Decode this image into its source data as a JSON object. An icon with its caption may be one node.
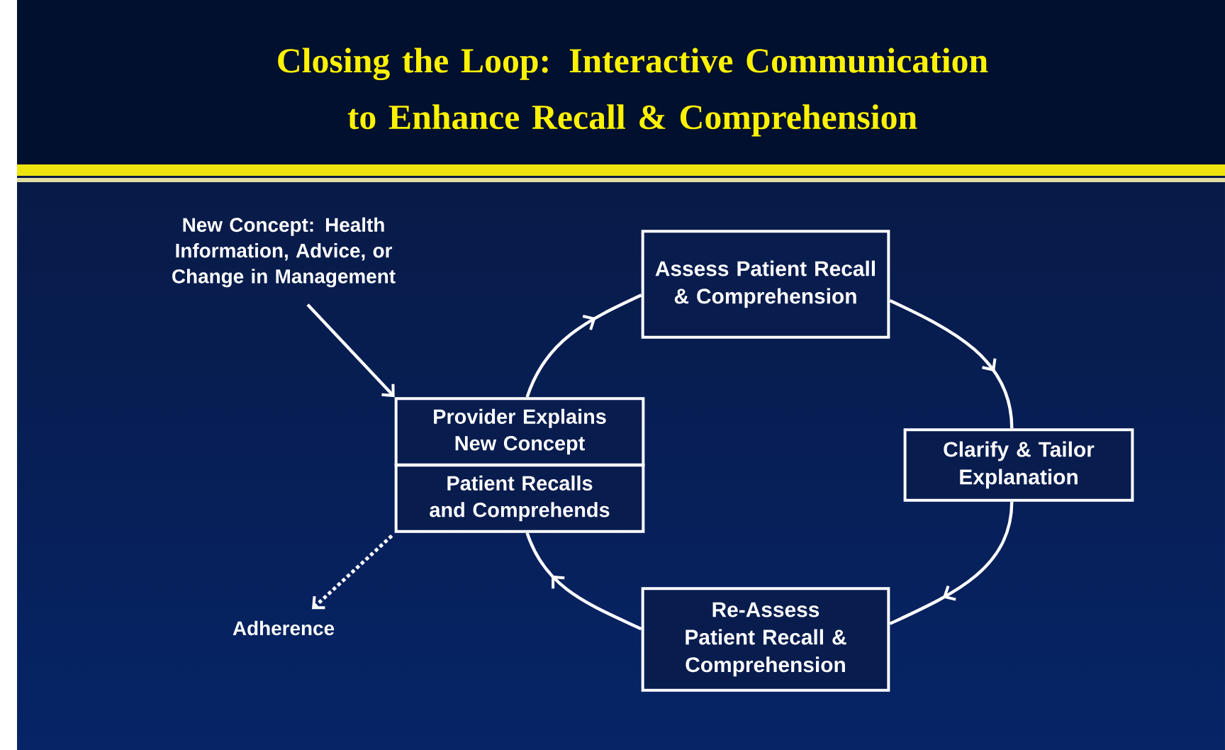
{
  "diagram": {
    "title": "Closing the Loop: Interactive Communication to Enhance Recall & Comprehension",
    "nodes": [
      {
        "text": [
          "New Concept: Health Information, Advice, or Change in Management"
        ]
      },
      {
        "text": [
          "Provider Explains New Concept"
        ]
      },
      {
        "text": [
          "Patient Recalls and Comprehends"
        ]
      },
      {
        "text": [
          "Assess Patient Recall & Comprehension"
        ]
      },
      {
        "text": [
          "Clarify & Tailor Explanation"
        ]
      },
      {
        "text": [
          "Re-Assess Patient Recall & Comprehension"
        ]
      },
      {
        "text": [
          "Adherence"
        ]
      }
    ],
    "edges": [
      {
        "from": 0,
        "to": 1,
        "arrow": "to"
      },
      {
        "from": 1,
        "to": 3,
        "arrow": "to"
      },
      {
        "from": 3,
        "to": 4,
        "arrow": "to"
      },
      {
        "from": 4,
        "to": 5,
        "arrow": "to"
      },
      {
        "from": 5,
        "to": 2,
        "arrow": "to"
      },
      {
        "from": 2,
        "to": 6,
        "arrow": "to",
        "style": "dashed"
      }
    ]
  }
}
